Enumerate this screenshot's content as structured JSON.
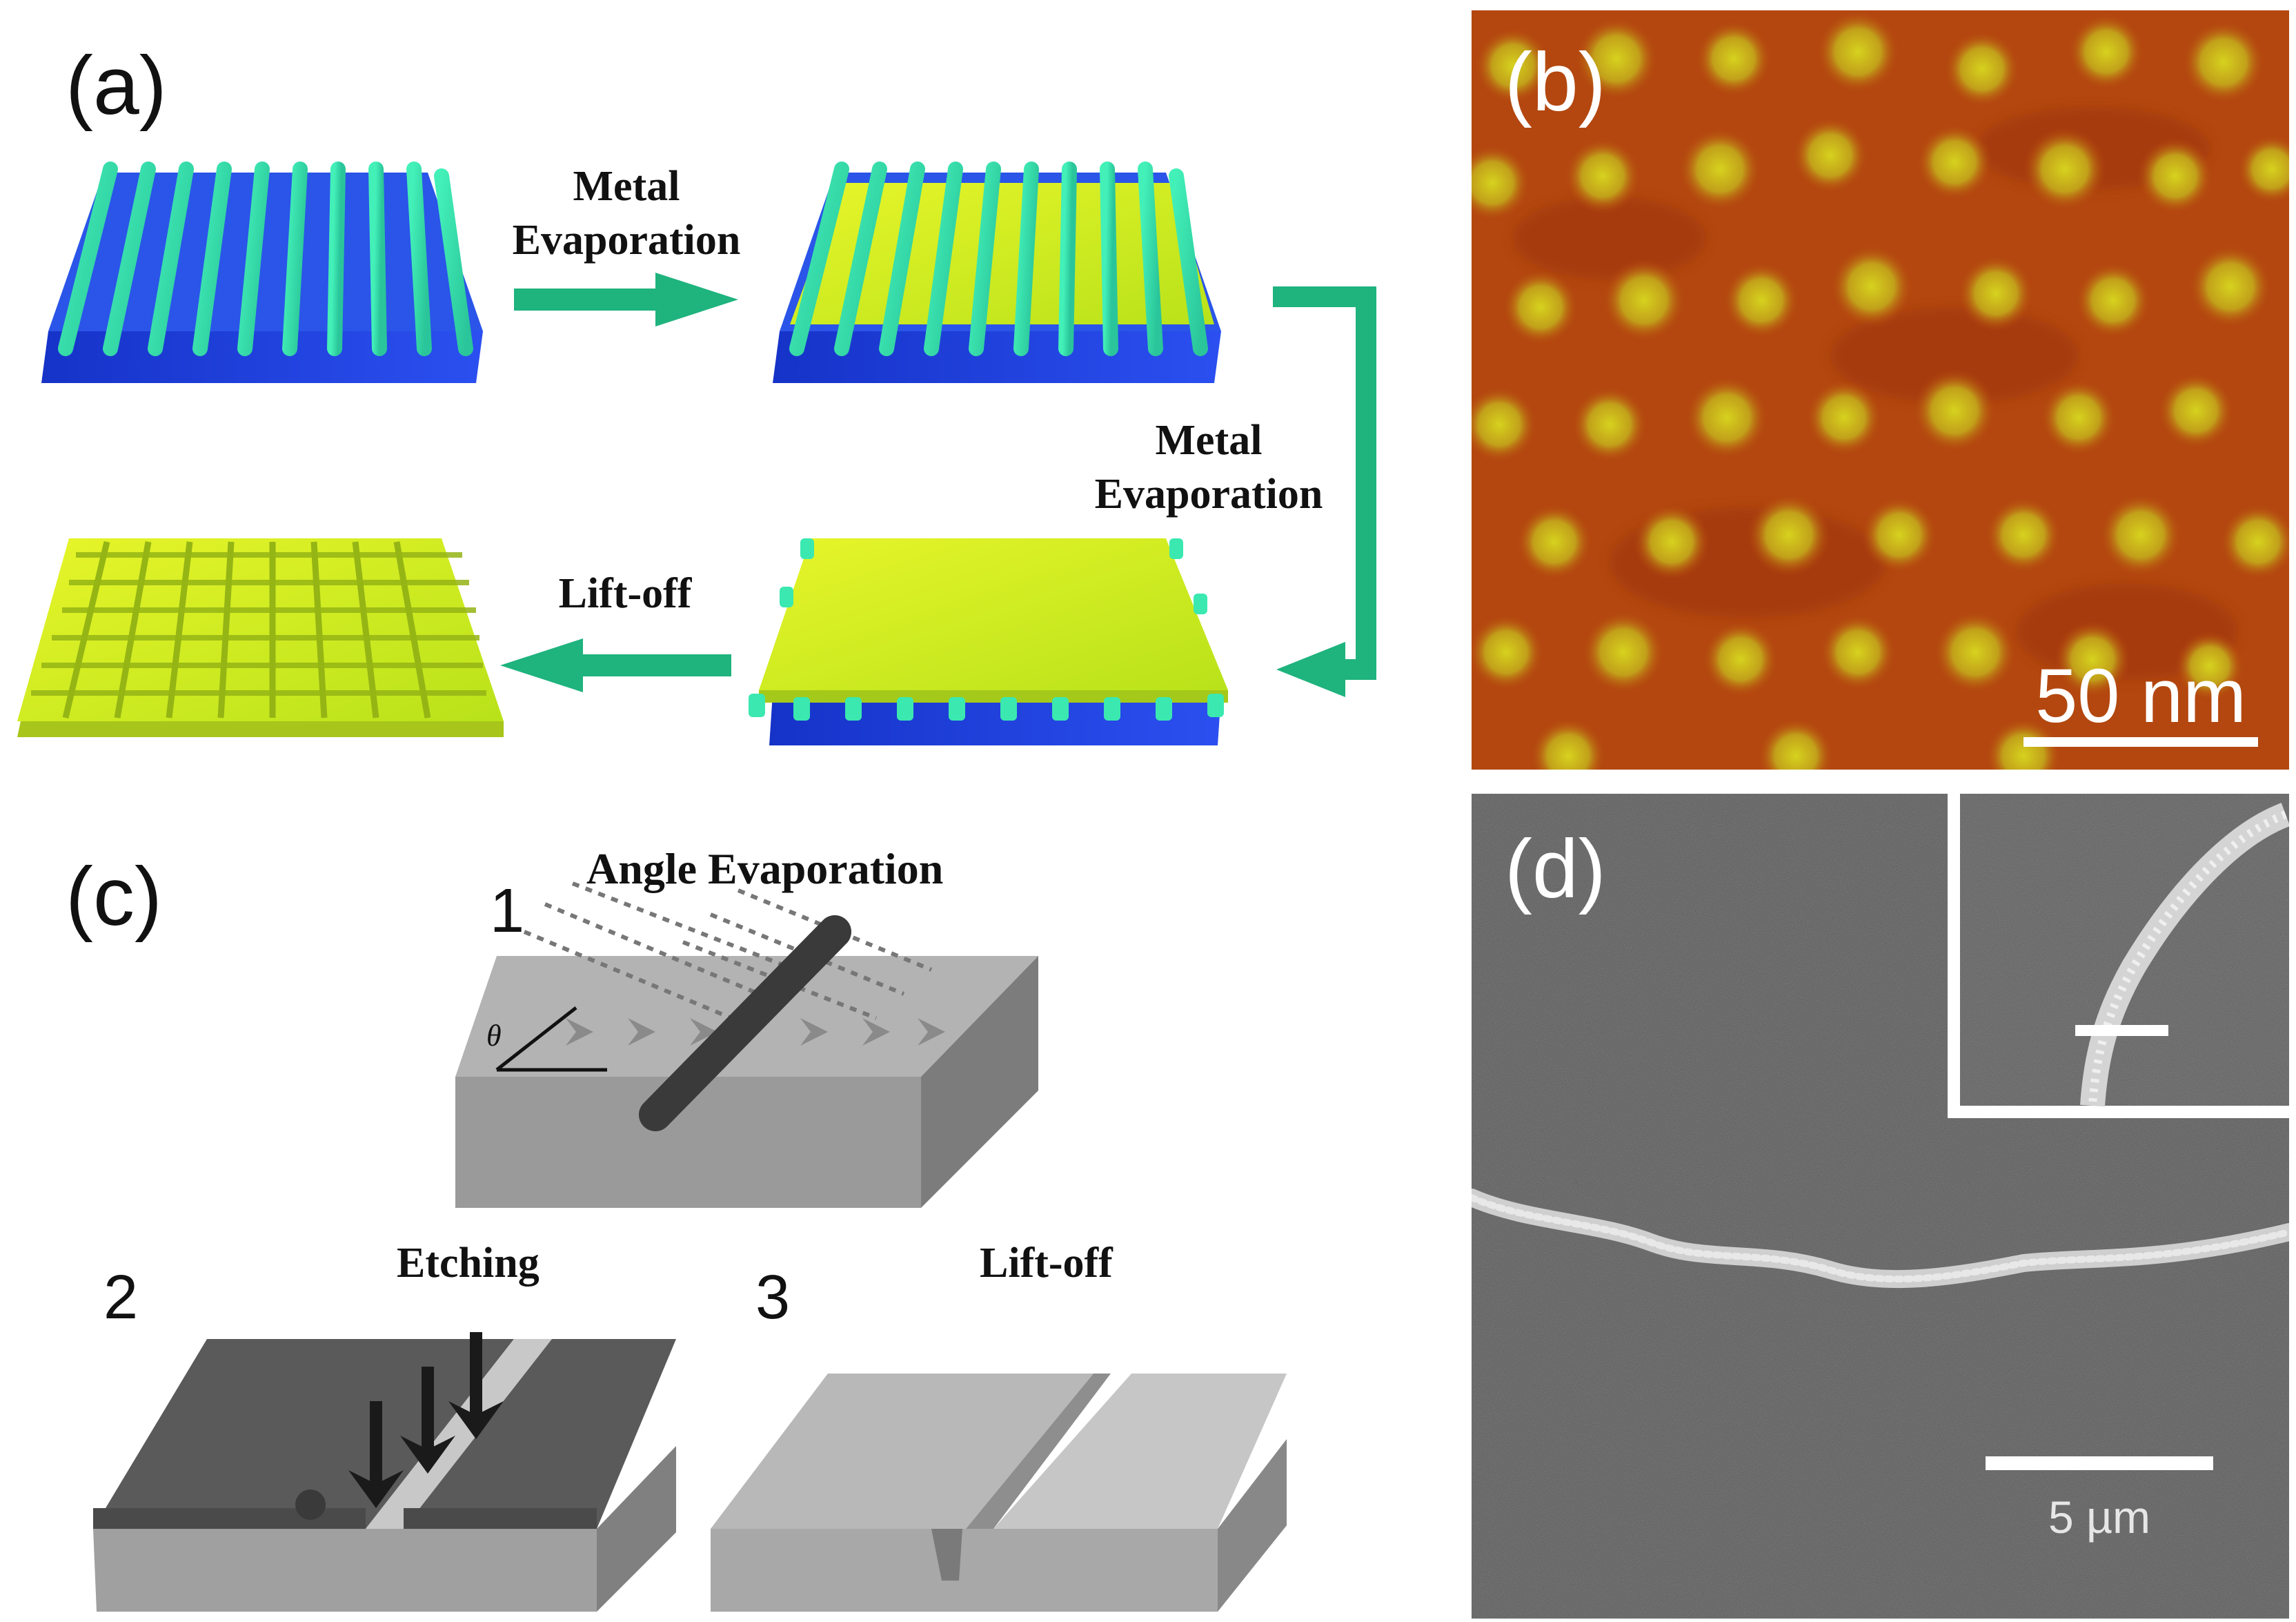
{
  "panels": {
    "a": {
      "label": "(a)",
      "arrow_top": "Metal\nEvaporation",
      "arrow_top_l1": "Metal",
      "arrow_top_l2": "Evaporation",
      "arrow_right_l1": "Metal",
      "arrow_right_l2": "Evaporation",
      "arrow_bottom": "Lift-off"
    },
    "b": {
      "label": "(b)",
      "scalebar": "50 nm"
    },
    "c": {
      "label": "(c)",
      "step1_num": "1",
      "step1_title": "Angle Evaporation",
      "theta": "θ",
      "step2_num": "2",
      "step2_title": "Etching",
      "step3_num": "3",
      "step3_title": "Lift-off"
    },
    "d": {
      "label": "(d)",
      "scalebar": "5 µm"
    }
  },
  "colors": {
    "arrow": "#1fb37e",
    "grid": "#3be8b0",
    "substrate": "#1c3ed6",
    "metal": "#d7ef1a",
    "afm_bg": "#b8450e",
    "afm_dot": "#c9c41c",
    "sem_bg": "#5a5a5a"
  }
}
